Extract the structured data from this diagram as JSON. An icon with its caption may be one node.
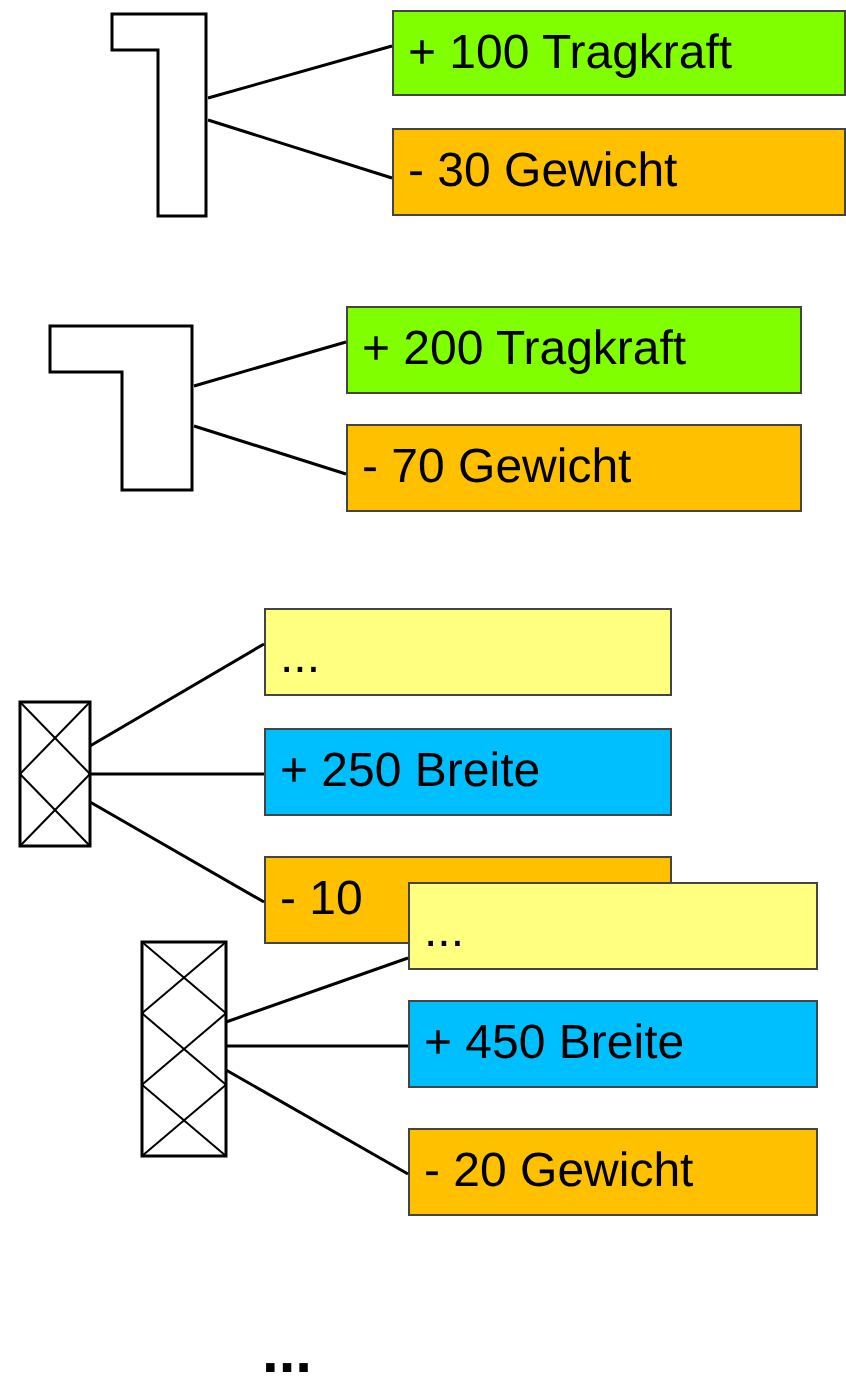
{
  "diagram": {
    "nodes": [
      {
        "text": [],
        "shape": "picture"
      },
      {
        "text": [
          "+ 100 Tragkraft"
        ]
      },
      {
        "text": [
          "- 30 Gewicht"
        ]
      },
      {
        "text": [],
        "shape": "picture"
      },
      {
        "text": [
          "+ 200 Tragkraft"
        ]
      },
      {
        "text": [
          "- 70 Gewicht"
        ]
      },
      {
        "text": [],
        "shape": "box"
      },
      {
        "text": [
          "..."
        ]
      },
      {
        "text": [
          "+ 250 Breite"
        ]
      },
      {
        "text": [
          "- 10"
        ]
      },
      {
        "text": [],
        "shape": "box"
      },
      {
        "text": [
          "..."
        ]
      },
      {
        "text": [
          "+ 450 Breite"
        ]
      },
      {
        "text": [
          "- 20 Gewicht"
        ]
      }
    ],
    "edges": [
      {
        "from": 0,
        "to": 1,
        "arrow": "none"
      },
      {
        "from": 0,
        "to": 2,
        "arrow": "none"
      },
      {
        "from": 3,
        "to": 4,
        "arrow": "none"
      },
      {
        "from": 3,
        "to": 5,
        "arrow": "none"
      },
      {
        "from": 6,
        "to": 7,
        "arrow": "none"
      },
      {
        "from": 6,
        "to": 8,
        "arrow": "none"
      },
      {
        "from": 6,
        "to": 9,
        "arrow": "none"
      },
      {
        "from": 10,
        "to": 11,
        "arrow": "none"
      },
      {
        "from": 10,
        "to": 12,
        "arrow": "none"
      },
      {
        "from": 10,
        "to": 13,
        "arrow": "none"
      }
    ],
    "labels": [
      "..."
    ]
  }
}
